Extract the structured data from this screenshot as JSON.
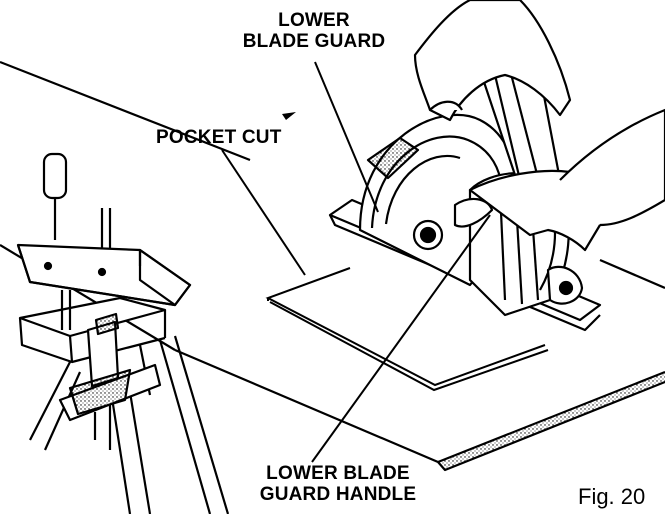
{
  "callouts": {
    "lower_blade_guard": [
      "LOWER",
      "BLADE GUARD"
    ],
    "pocket_cut": "POCKET CUT",
    "lower_blade_guard_handle": [
      "LOWER BLADE",
      "GUARD HANDLE"
    ]
  },
  "figure_caption": "Fig. 20",
  "colors": {
    "ink": "#000000",
    "paper": "#ffffff",
    "shade": "#777777"
  }
}
